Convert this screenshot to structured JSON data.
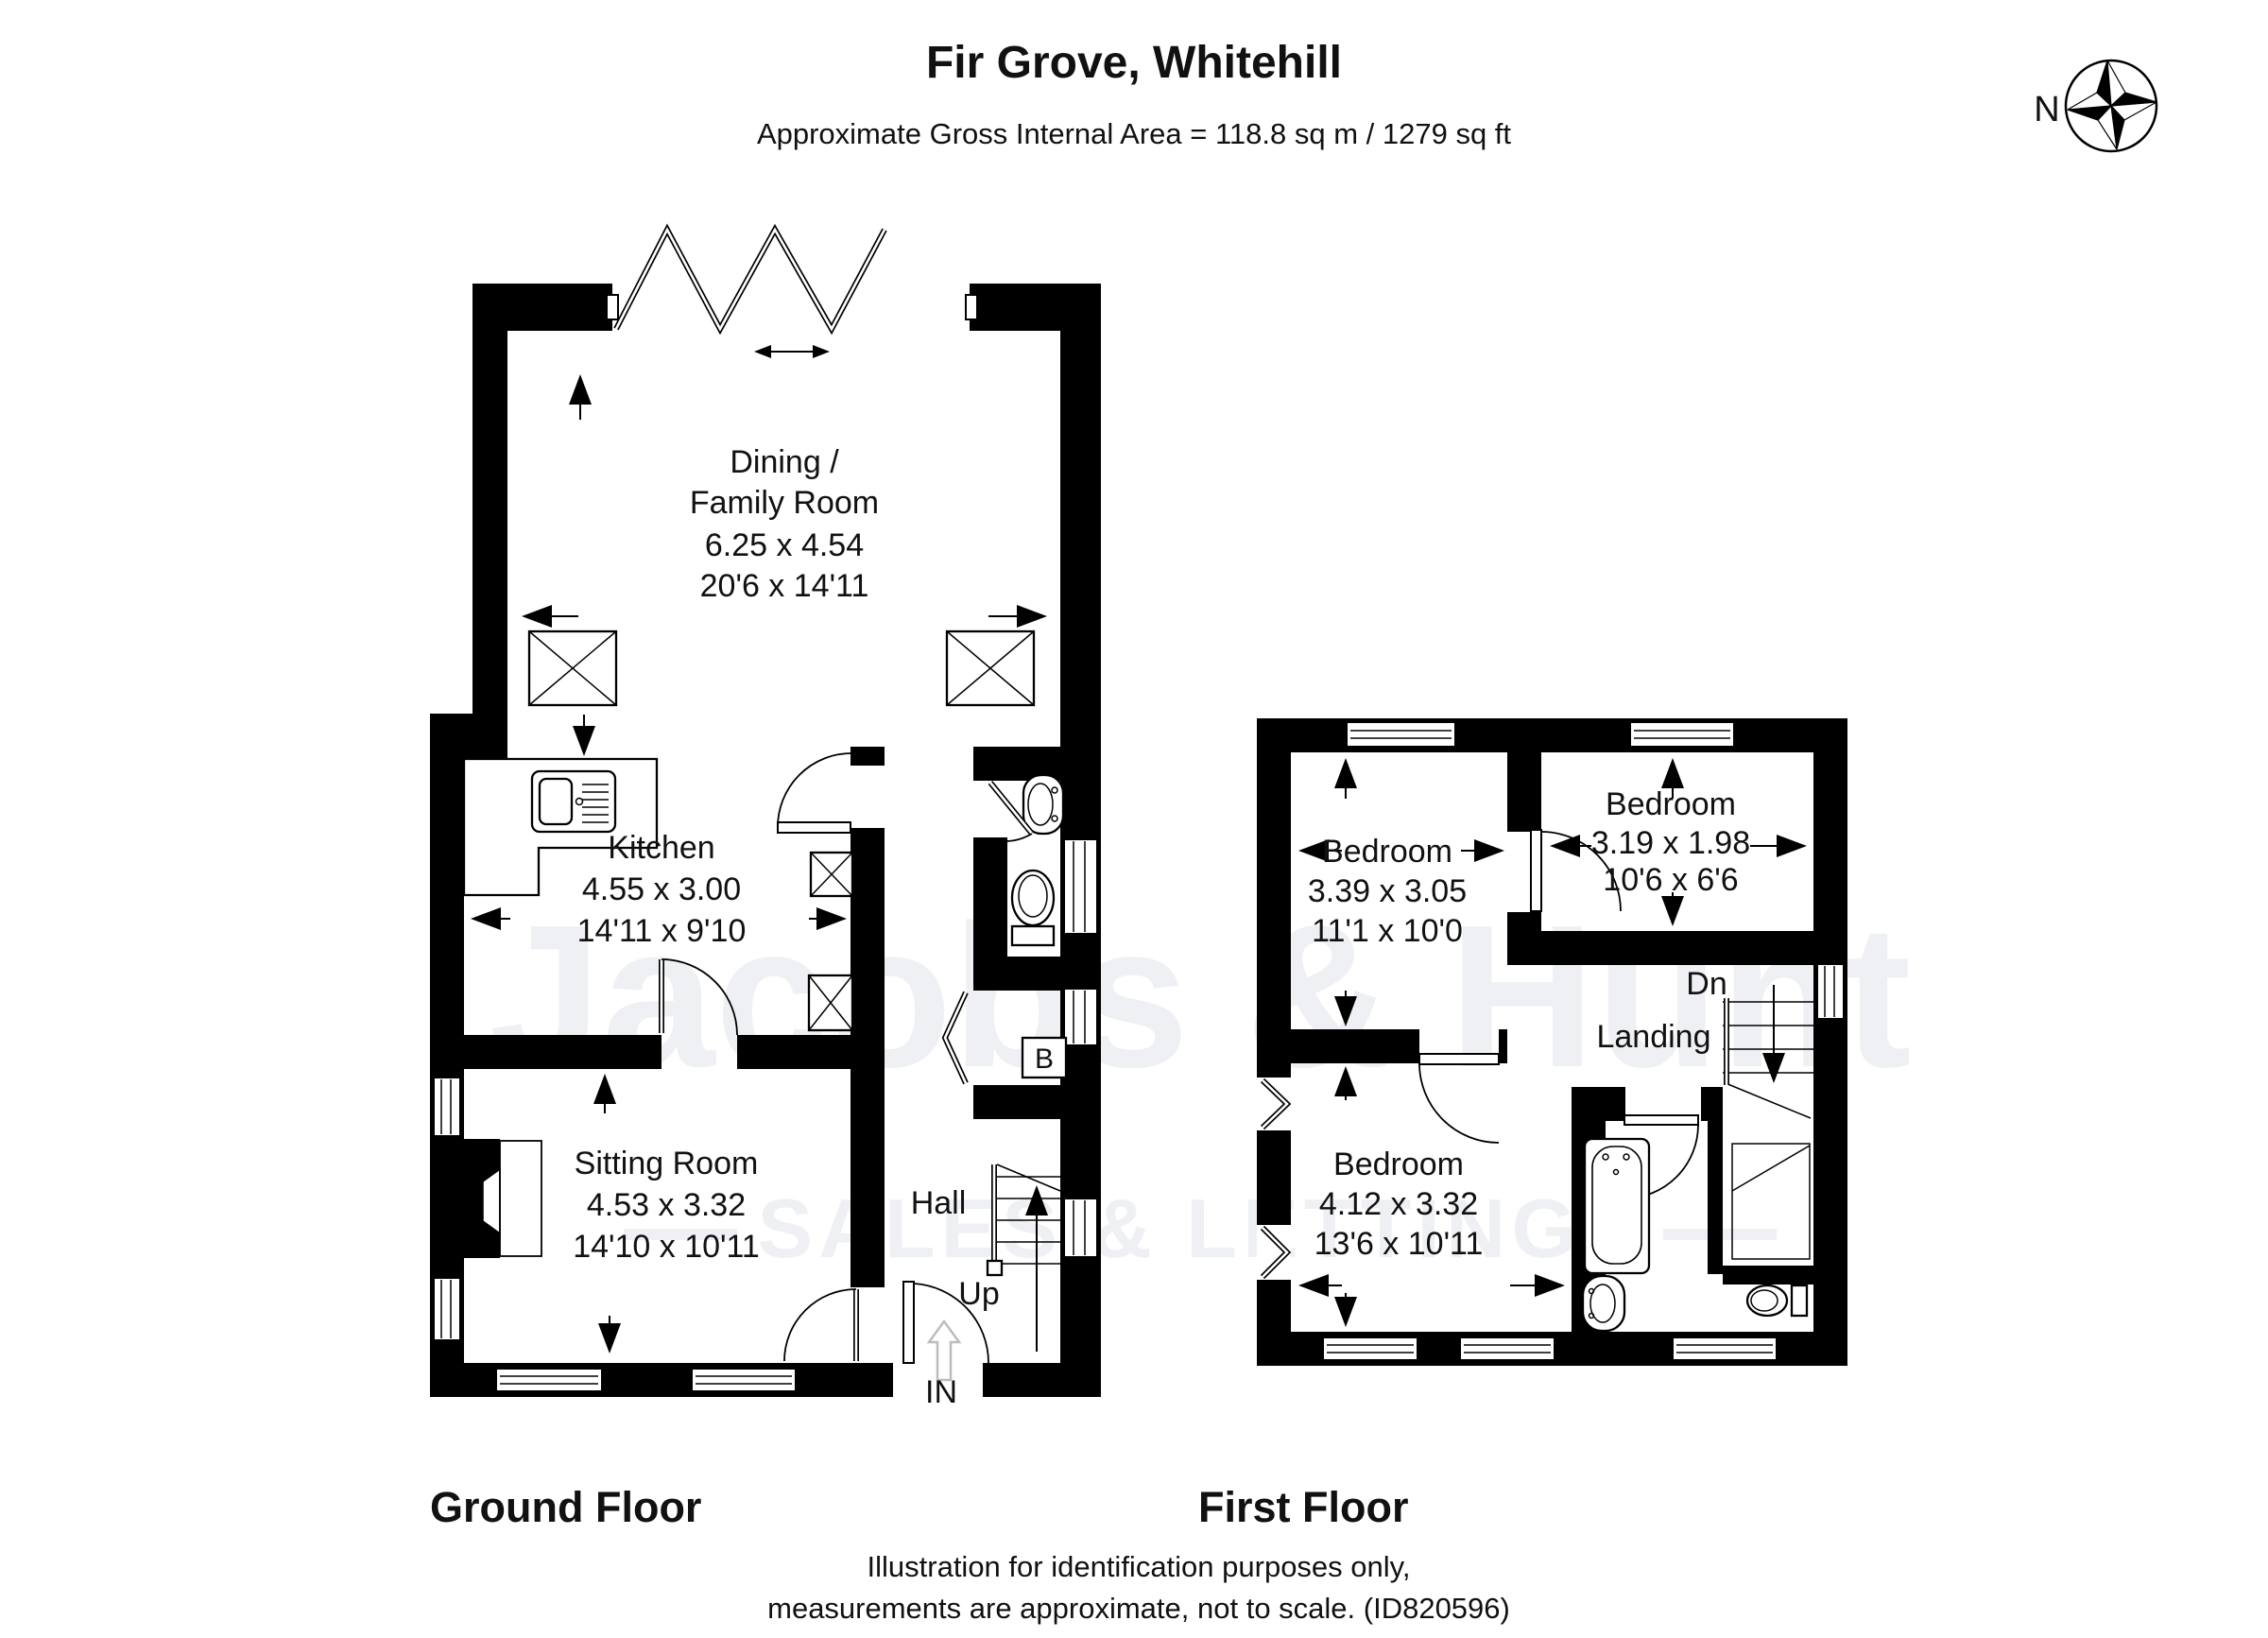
{
  "header": {
    "title": "Fir Grove, Whitehill",
    "subtitle": "Approximate Gross Internal Area = 118.8 sq m / 1279 sq ft"
  },
  "compass": {
    "north": "N"
  },
  "watermark": {
    "line1": "Jacobs & Hunt",
    "line2": "SALES & LETTINGS"
  },
  "ground_floor": {
    "label": "Ground Floor",
    "dining_family_room": {
      "name_line1": "Dining /",
      "name_line2": "Family Room",
      "size_metric": "6.25 x 4.54",
      "size_imperial": "20'6 x 14'11"
    },
    "kitchen": {
      "name": "Kitchen",
      "size_metric": "4.55 x 3.00",
      "size_imperial": "14'11 x 9'10"
    },
    "sitting_room": {
      "name": "Sitting Room",
      "size_metric": "4.53 x 3.32",
      "size_imperial": "14'10 x 10'11"
    },
    "hall": {
      "name": "Hall"
    },
    "stairs_label": "Up",
    "entrance_label": "IN",
    "boiler_label": "B"
  },
  "first_floor": {
    "label": "First Floor",
    "bedroom_1": {
      "name": "Bedroom",
      "size_metric": "3.39 x 3.05",
      "size_imperial": "11'1 x 10'0"
    },
    "bedroom_2": {
      "name": "Bedroom",
      "size_metric": "3.19 x 1.98",
      "size_imperial": "10'6 x 6'6"
    },
    "bedroom_3": {
      "name": "Bedroom",
      "size_metric": "4.12 x 3.32",
      "size_imperial": "13'6 x 10'11"
    },
    "landing": {
      "name": "Landing"
    },
    "stairs_label": "Dn"
  },
  "footer": {
    "line1": "Illustration for identification purposes only,",
    "line2": "measurements are approximate, not to scale. (ID820596)"
  },
  "colors": {
    "wall": "#000000",
    "watermark": "#eef0f4",
    "entry_arrow": "#bdbdbd"
  }
}
